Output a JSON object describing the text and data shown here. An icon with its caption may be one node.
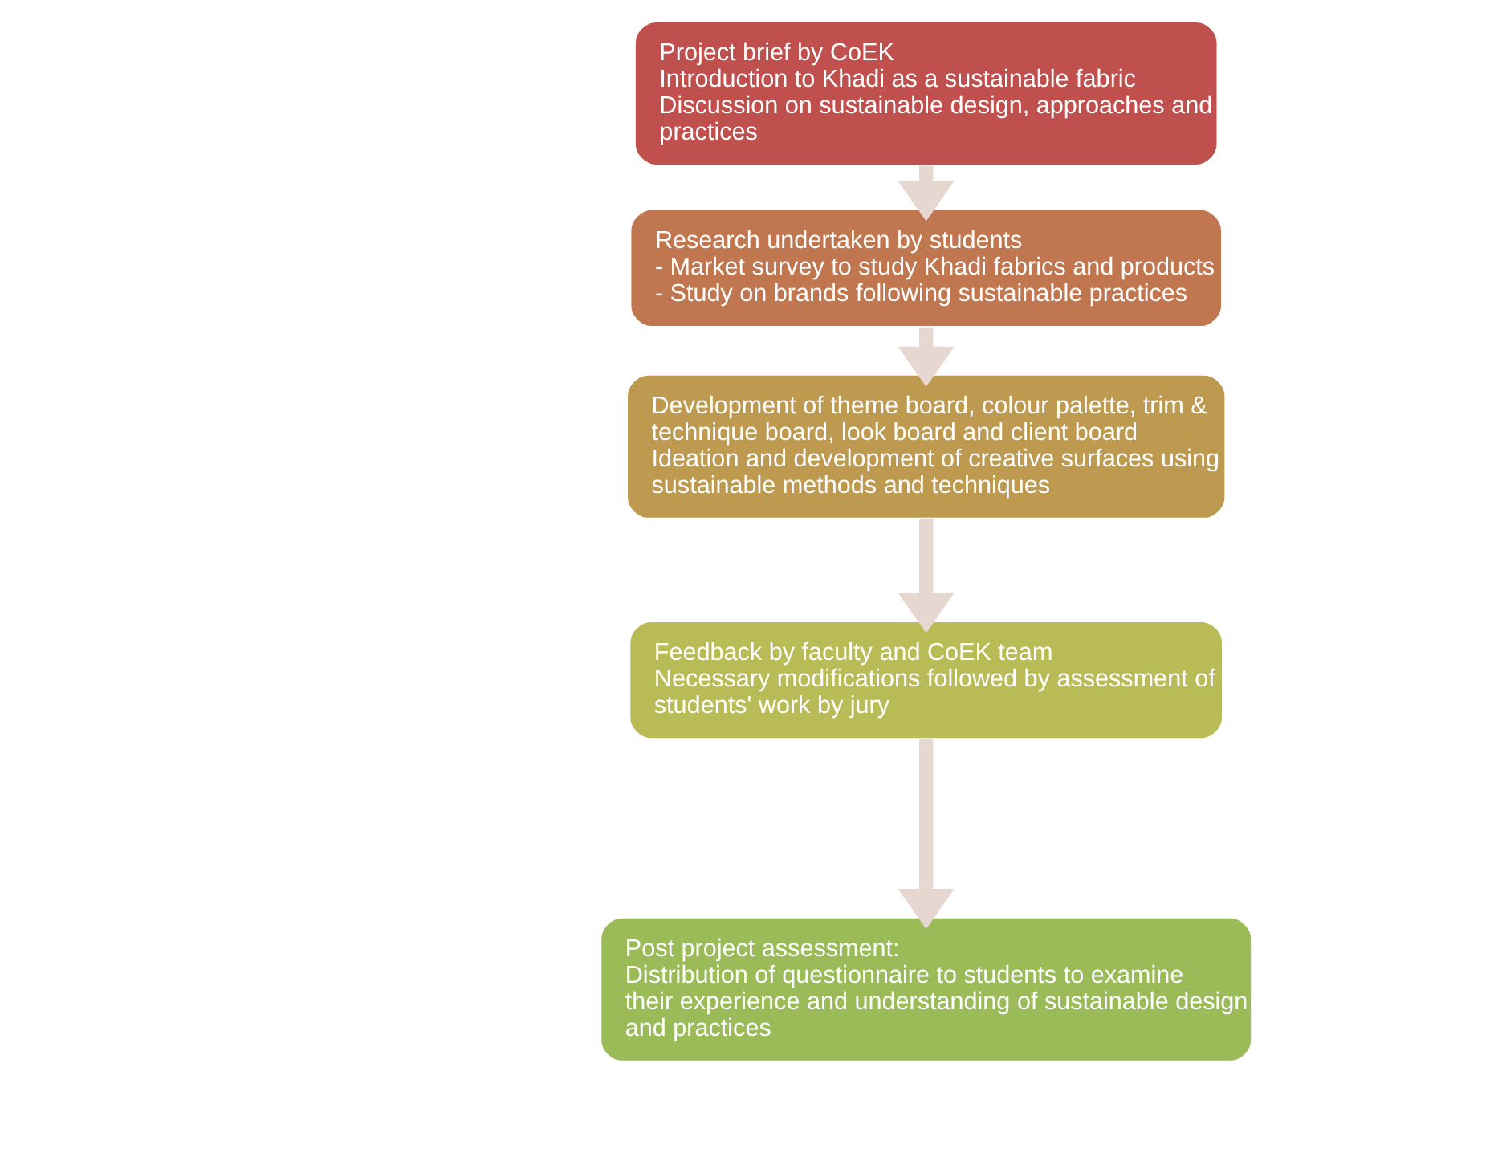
{
  "diagram": {
    "nodes": [
      {
        "text": [
          "Project brief by CoEK",
          "Introduction to Khadi as a sustainable fabric",
          "Discussion on sustainable design, approaches and practices"
        ]
      },
      {
        "text": [
          "Research undertaken by students",
          "- Market survey to study Khadi fabrics and products",
          "- Study on brands following sustainable practices"
        ]
      },
      {
        "text": [
          "Development of theme board, colour palette, trim & technique board, look board and client board",
          "Ideation and development of creative surfaces using sustainable methods and techniques"
        ]
      },
      {
        "text": [
          "Feedback by faculty and CoEK team",
          "Necessary modifications followed by assessment of students' work by jury"
        ]
      },
      {
        "text": [
          "Post project assessment:",
          "Distribution of questionnaire to students to examine their experience and understanding of sustainable design and practices"
        ]
      }
    ],
    "edges": [
      {
        "from": 0,
        "to": 1,
        "arrow": "to"
      },
      {
        "from": 1,
        "to": 2,
        "arrow": "to"
      },
      {
        "from": 2,
        "to": 3,
        "arrow": "to"
      },
      {
        "from": 3,
        "to": 4,
        "arrow": "to"
      }
    ]
  }
}
